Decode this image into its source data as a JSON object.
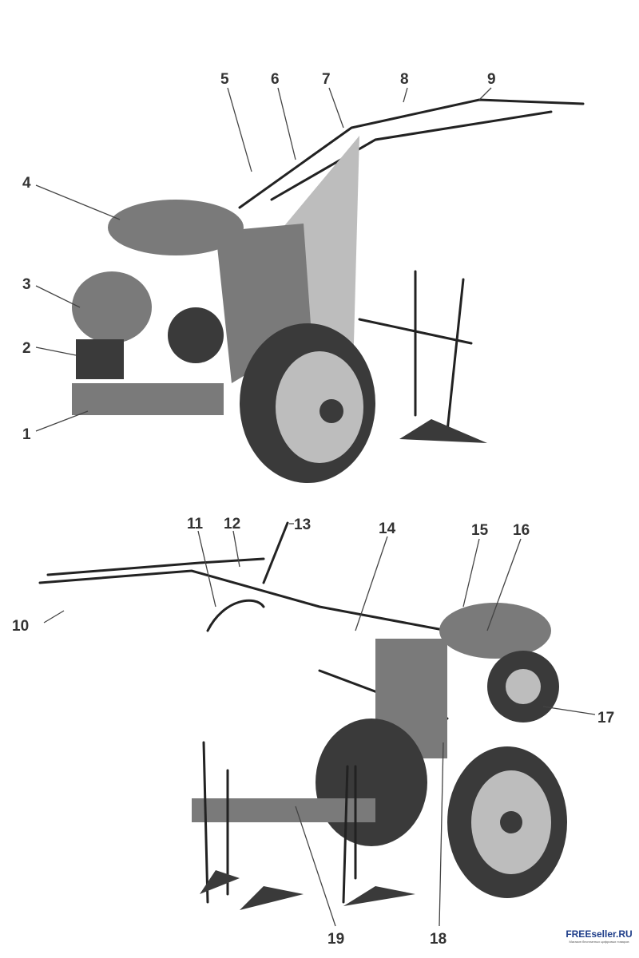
{
  "labels": {
    "top": [
      "1",
      "2",
      "3",
      "4",
      "5",
      "6",
      "7",
      "8",
      "9"
    ],
    "bottom": [
      "10",
      "11",
      "12",
      "13",
      "14",
      "15",
      "16",
      "17",
      "18",
      "19"
    ]
  },
  "watermark": {
    "brand_part1": "FREEseller",
    "brand_part2": ".RU",
    "subtitle": "Магазин бесплатных цифровых товаров"
  }
}
